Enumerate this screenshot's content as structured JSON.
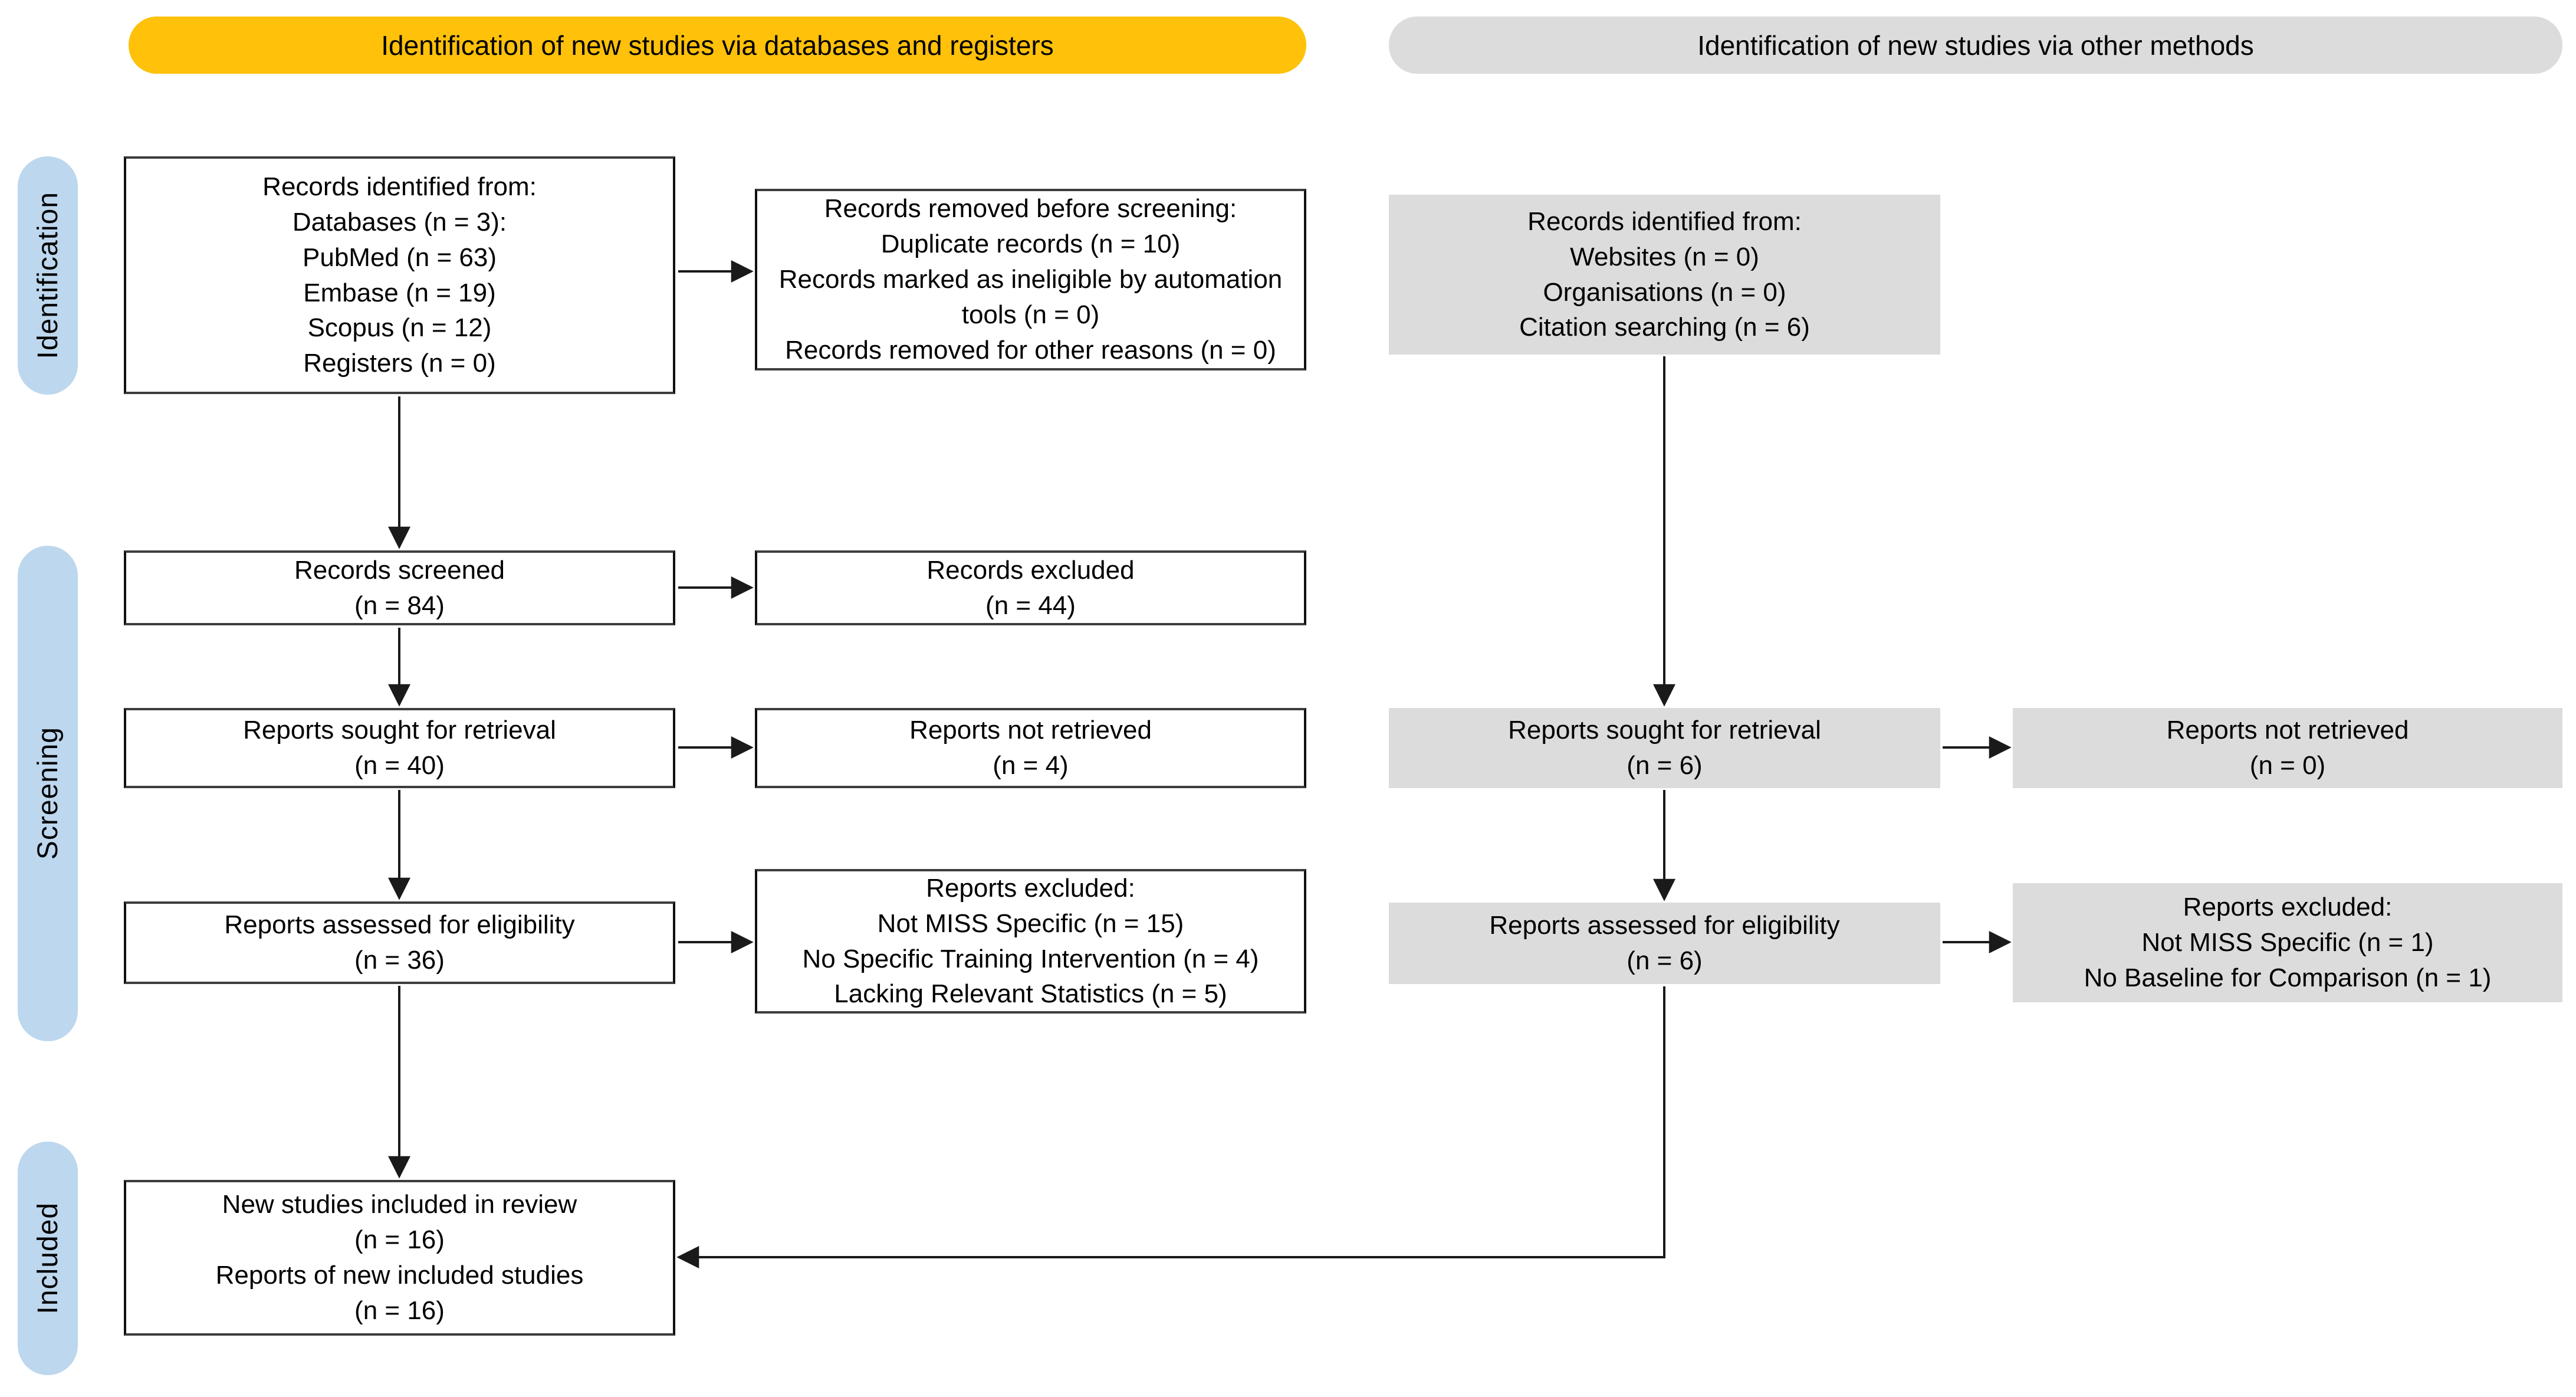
{
  "banners": {
    "left": "Identification of new studies via databases and registers",
    "right": "Identification of new studies via other methods"
  },
  "stage_labels": {
    "identification": "Identification",
    "screening": "Screening",
    "included": "Included"
  },
  "boxes": {
    "db_identified": "Records identified from:\nDatabases (n = 3):\nPubMed (n = 63)\nEmbase (n = 19)\nScopus (n = 12)\nRegisters (n = 0)",
    "db_removed": "Records removed before screening:\nDuplicate records (n = 10)\nRecords marked as ineligible by automation tools (n = 0)\nRecords removed for other reasons (n = 0)",
    "other_identified": "Records identified from:\nWebsites (n = 0)\nOrganisations (n = 0)\nCitation searching (n = 6)",
    "db_screened": "Records screened\n(n = 84)",
    "db_excluded": "Records excluded\n(n = 44)",
    "db_sought": "Reports sought for retrieval\n(n = 40)",
    "db_not_retrieved": "Reports not retrieved\n(n = 4)",
    "other_sought": "Reports sought for retrieval\n(n = 6)",
    "other_not_retrieved": "Reports not retrieved\n(n = 0)",
    "db_assessed": "Reports assessed for eligibility\n(n = 36)",
    "db_reports_excluded": "Reports excluded:\nNot MISS Specific (n = 15)\nNo Specific Training Intervention (n = 4)\nLacking Relevant Statistics (n = 5)",
    "other_assessed": "Reports assessed for eligibility\n(n = 6)",
    "other_reports_excluded": "Reports excluded:\nNot MISS Specific (n = 1)\nNo Baseline for Comparison (n = 1)",
    "included": "New studies included in review\n(n = 16)\nReports of new included studies\n(n = 16)"
  },
  "colors": {
    "banner_left": "#FFC10A",
    "banner_right": "#DCDCDC",
    "stage_pill": "#BDD7EE",
    "gray_box": "#DCDCDC",
    "white_box": "#FFFFFF",
    "line_color": "#1A1A1A"
  }
}
